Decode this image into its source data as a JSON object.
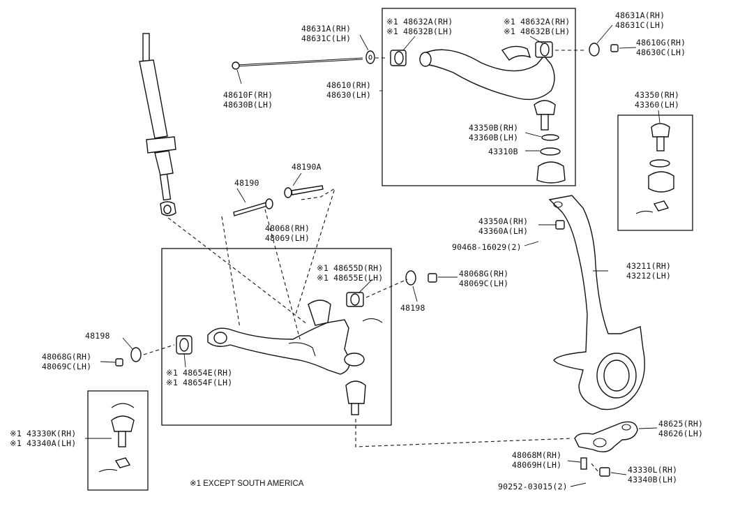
{
  "labels": {
    "l_48631a_rh": "48631A(RH)",
    "l_48631c_lh": "48631C(LH)",
    "l_48610f_rh": "48610F(RH)",
    "l_48630b_lh": "48630B(LH)",
    "l_48610_rh": "48610(RH)",
    "l_48630_lh": "48630(LH)",
    "l_48632a_l": "※1 48632A(RH)",
    "l_48632b_l": "※1 48632B(LH)",
    "l_48632a_r": "※1 48632A(RH)",
    "l_48632b_r": "※1 48632B(LH)",
    "l_48631a_rh2": "48631A(RH)",
    "l_48631c_lh2": "48631C(LH)",
    "l_48610g_rh": "48610G(RH)",
    "l_48630c_lh": "48630C(LH)",
    "l_43350b_rh": "43350B(RH)",
    "l_43360b_lh": "43360B(LH)",
    "l_43310b": "43310B",
    "l_43350_rh": "43350(RH)",
    "l_43360_lh": "43360(LH)",
    "l_48190": "48190",
    "l_48190a": "48190A",
    "l_48068_rh": "48068(RH)",
    "l_48069_lh": "48069(LH)",
    "l_43350a_rh": "43350A(RH)",
    "l_43360a_lh": "43360A(LH)",
    "l_90468": "90468-16029(2)",
    "l_48655d_rh": "※1 48655D(RH)",
    "l_48655e_lh": "※1 48655E(LH)",
    "l_48068g_rh": "48068G(RH)",
    "l_48069c_lh": "48069C(LH)",
    "l_48198_r": "48198",
    "l_43211_rh": "43211(RH)",
    "l_43212_lh": "43212(LH)",
    "l_48198_l": "48198",
    "l_48068g_rh2": "48068G(RH)",
    "l_48069c_lh2": "48069C(LH)",
    "l_48654e_rh": "※1 48654E(RH)",
    "l_48654f_lh": "※1 48654F(LH)",
    "l_43330k_rh": "※1 43330K(RH)",
    "l_43340a_lh": "※1 43340A(LH)",
    "l_48625_rh": "48625(RH)",
    "l_48626_lh": "48626(LH)",
    "l_48068m_rh": "48068M(RH)",
    "l_48069h_lh": "48069H(LH)",
    "l_43330l_rh": "43330L(RH)",
    "l_43340b_lh": "43340B(LH)",
    "l_90252": "90252-03015(2)"
  },
  "footnote": "※1  EXCEPT SOUTH AMERICA"
}
